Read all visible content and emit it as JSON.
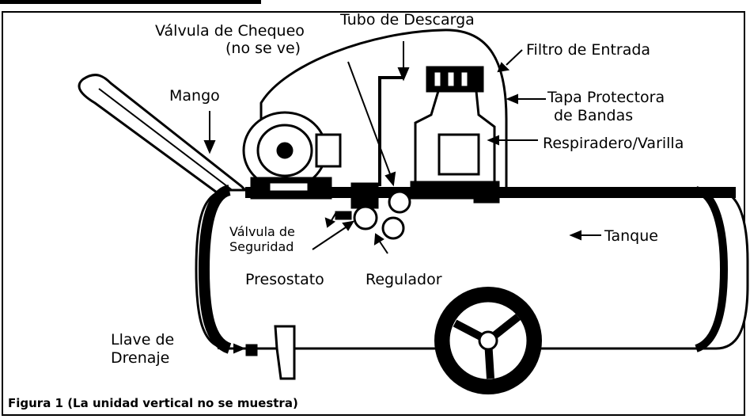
{
  "labels": {
    "valvula_chequeo_1": "Válvula de Chequeo",
    "valvula_chequeo_2": "(no se ve)",
    "tubo_descarga": "Tubo de Descarga",
    "filtro_entrada": "Filtro de Entrada",
    "mango": "Mango",
    "tapa_protectora_1": "Tapa Protectora",
    "tapa_protectora_2": "de Bandas",
    "respiradero": "Respiradero/Varilla",
    "valvula_seguridad_1": "Válvula de",
    "valvula_seguridad_2": "Seguridad",
    "tanque": "Tanque",
    "presostato": "Presostato",
    "regulador": "Regulador",
    "llave_drenaje_1": "Llave de",
    "llave_drenaje_2": "Drenaje"
  },
  "caption": "Figura 1 (La unidad vertical no se muestra)"
}
